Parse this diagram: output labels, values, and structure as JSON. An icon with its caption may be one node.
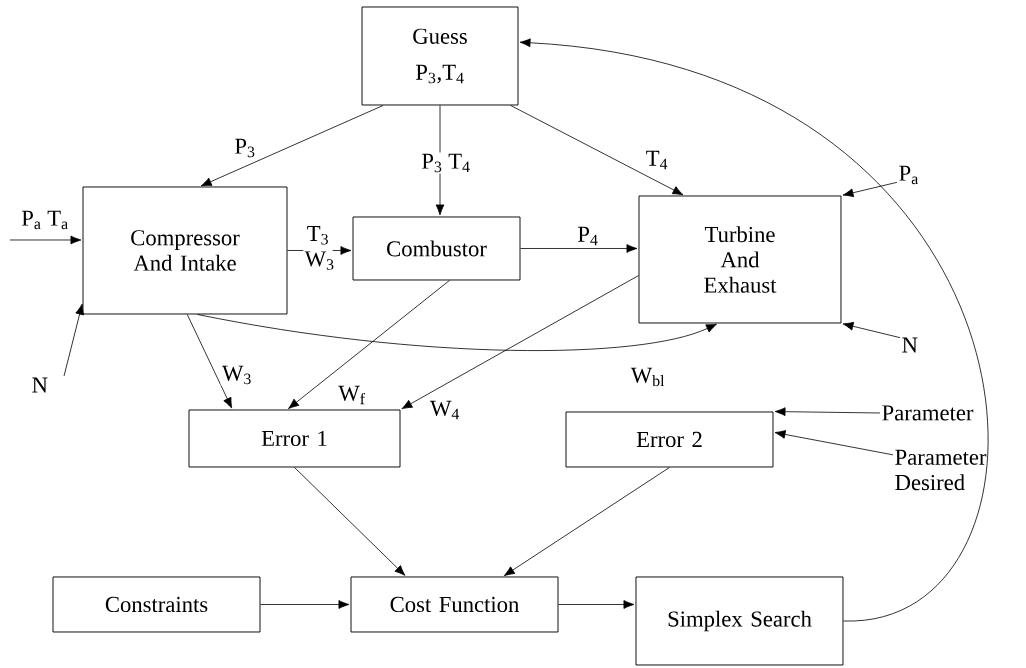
{
  "diagram": {
    "nodes": [
      {
        "text": [
          "Guess",
          "P$_{3}$,T$_{4}$"
        ]
      },
      {
        "text": [
          "Compressor And Intake"
        ]
      },
      {
        "text": [
          "Combustor"
        ]
      },
      {
        "text": [
          "Turbine And Exhaust"
        ]
      },
      {
        "text": [
          "Error 1"
        ]
      },
      {
        "text": [
          "Error 2"
        ]
      },
      {
        "text": [
          "Constraints"
        ]
      },
      {
        "text": [
          "Cost Function"
        ]
      },
      {
        "text": [
          "Simplex Search"
        ]
      },
      {
        "text": [
          "N"
        ]
      },
      {
        "text": [
          "P$_{a}$"
        ]
      },
      {
        "text": [
          "N"
        ]
      },
      {
        "text": [
          "Parameter"
        ]
      },
      {
        "text": [
          "Parameter Desired"
        ]
      }
    ],
    "edges": [
      {
        "from": 0,
        "to": 1,
        "arrow": "to",
        "label": "P$_{3}$"
      },
      {
        "from": 0,
        "to": 2,
        "arrow": "to",
        "label": "P$_{3}$ T$_{4}$"
      },
      {
        "from": 0,
        "to": 3,
        "arrow": "to",
        "label": "T$_{4}$"
      },
      {
        "from": null,
        "to": 1,
        "arrow": "to",
        "label": "P$_{a}$ T$_{a}$"
      },
      {
        "from": 9,
        "to": 1,
        "arrow": "to"
      },
      {
        "from": 1,
        "to": 2,
        "arrow": "to",
        "label": "T$_{3}$ W$_{3}$"
      },
      {
        "from": 2,
        "to": 3,
        "arrow": "to",
        "label": "P$_{4}$"
      },
      {
        "from": 10,
        "to": 3,
        "arrow": "to"
      },
      {
        "from": 11,
        "to": 3,
        "arrow": "to"
      },
      {
        "from": 1,
        "to": 3,
        "arrow": "to",
        "label": "W$_{bl}$"
      },
      {
        "from": 1,
        "to": 4,
        "arrow": "to",
        "label": "W$_{3}$"
      },
      {
        "from": 2,
        "to": 4,
        "arrow": "to",
        "label": "W$_{f}$"
      },
      {
        "from": 3,
        "to": 4,
        "arrow": "to",
        "label": "W$_{4}$"
      },
      {
        "from": 12,
        "to": 5,
        "arrow": "to"
      },
      {
        "from": 13,
        "to": 5,
        "arrow": "to"
      },
      {
        "from": 4,
        "to": 7,
        "arrow": "to"
      },
      {
        "from": 5,
        "to": 7,
        "arrow": "to"
      },
      {
        "from": 6,
        "to": 7,
        "arrow": "to"
      },
      {
        "from": 7,
        "to": 8,
        "arrow": "to"
      },
      {
        "from": 8,
        "to": 0,
        "arrow": "to"
      }
    ]
  }
}
